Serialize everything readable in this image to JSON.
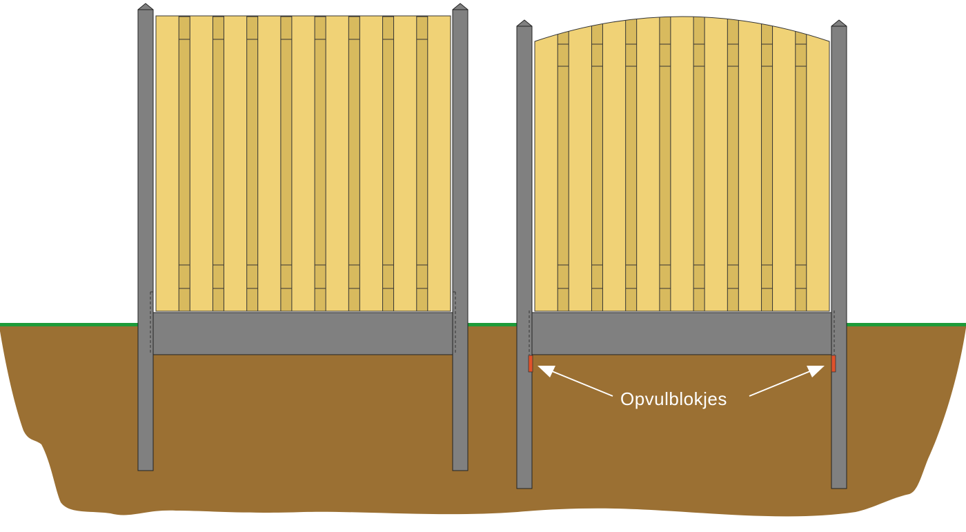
{
  "annotation": {
    "label": "Opvulblokjes",
    "points_to": [
      "left-filler-block",
      "right-filler-block"
    ]
  },
  "colors": {
    "soil": "#9B7033",
    "grass_line": "#1E9B3A",
    "post": "#808080",
    "post_outline": "#222222",
    "concrete_base": "#808080",
    "plank": "#F0D276",
    "rail": "#D8BA5E",
    "filler_block": "#E0522B",
    "annotation_text": "#FFFFFF",
    "background": "#FFFFFF"
  },
  "fences": [
    {
      "panel_top": "flat",
      "plank_count": 9,
      "posts": 2,
      "has_concrete_base": true,
      "has_filler_blocks": false
    },
    {
      "panel_top": "arched",
      "plank_count": 9,
      "posts": 2,
      "has_concrete_base": true,
      "has_filler_blocks": true
    }
  ]
}
